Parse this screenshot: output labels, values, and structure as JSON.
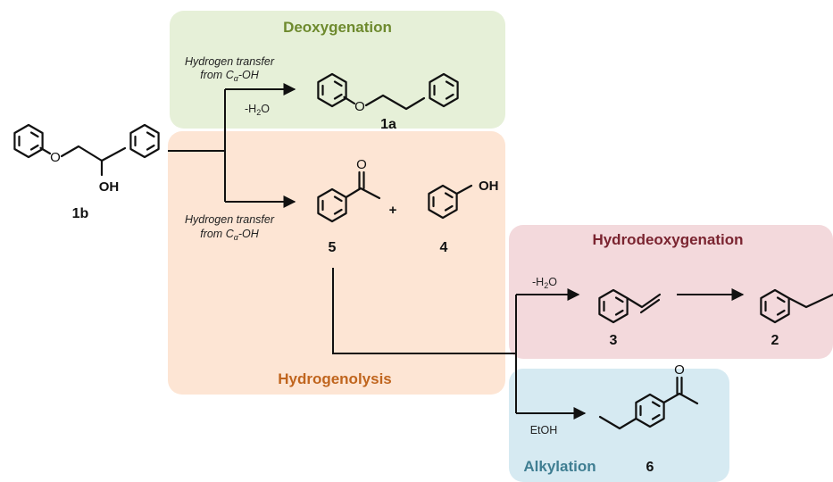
{
  "sections": {
    "deoxygenation": {
      "title": "Deoxygenation",
      "color": "#6e8a2e",
      "bg": "#e6f0d8"
    },
    "hydrogenolysis": {
      "title": "Hydrogenolysis",
      "color": "#c0651e",
      "bg": "#fde5d4"
    },
    "hydrodeoxygenation": {
      "title": "Hydrodeoxygenation",
      "color": "#7a2430",
      "bg": "#f3d9dc"
    },
    "alkylation": {
      "title": "Alkylation",
      "color": "#3f7e92",
      "bg": "#d6eaf2"
    }
  },
  "compounds": {
    "c1b": {
      "label": "1b",
      "oh": "OH",
      "o": "O"
    },
    "c1a": {
      "label": "1a",
      "o": "O"
    },
    "c5": {
      "label": "5",
      "o": "O"
    },
    "c4": {
      "label": "4",
      "oh": "OH"
    },
    "c3": {
      "label": "3"
    },
    "c2": {
      "label": "2"
    },
    "c6": {
      "label": "6",
      "o": "O"
    }
  },
  "conditions": {
    "upper_transfer": {
      "line1": "Hydrogen transfer",
      "line2_prefix": "from C",
      "line2_sub": "α",
      "line2_suffix": "-OH"
    },
    "upper_water": {
      "prefix": "-H",
      "sub": "2",
      "suffix": "O"
    },
    "lower_transfer": {
      "line1": "Hydrogen transfer",
      "line2_prefix": "from C",
      "line2_sub": "α",
      "line2_suffix": "-OH"
    },
    "hdo_water": {
      "prefix": "-H",
      "sub": "2",
      "suffix": "O"
    },
    "ethanol": "EtOH"
  },
  "plus": "+"
}
